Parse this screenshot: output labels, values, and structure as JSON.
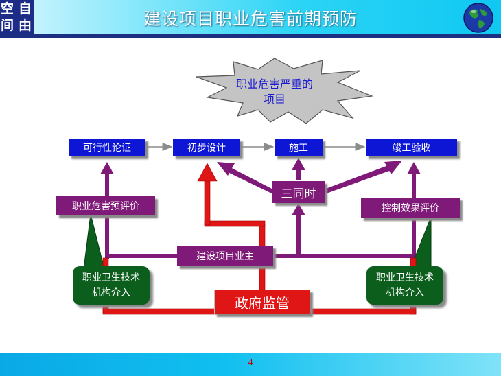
{
  "logo": {
    "chars": [
      "空",
      "自",
      "间",
      "由"
    ]
  },
  "title": "建设项目职业危害前期预防",
  "star_label": "职业危害严重的项目",
  "stages": {
    "feasibility": "可行性论证",
    "preliminary_design": "初步设计",
    "construction": "施工",
    "acceptance": "竣工验收"
  },
  "three_simultaneous": "三同时",
  "pre_evaluation": "职业危害预评价",
  "control_evaluation": "控制效果评价",
  "owner": "建设项目业主",
  "health_agency_left": "职业卫生技术机构介入",
  "health_agency_right": "职业卫生技术机构介入",
  "government": "政府监管",
  "page_number": "4",
  "colors": {
    "stage_box": "#0d16d4",
    "evaluation_box": "#801a78",
    "agency_box": "#0b5e1c",
    "government_box": "#e01616",
    "header": "#2bd4f5",
    "header_line": "#1c2f80"
  }
}
